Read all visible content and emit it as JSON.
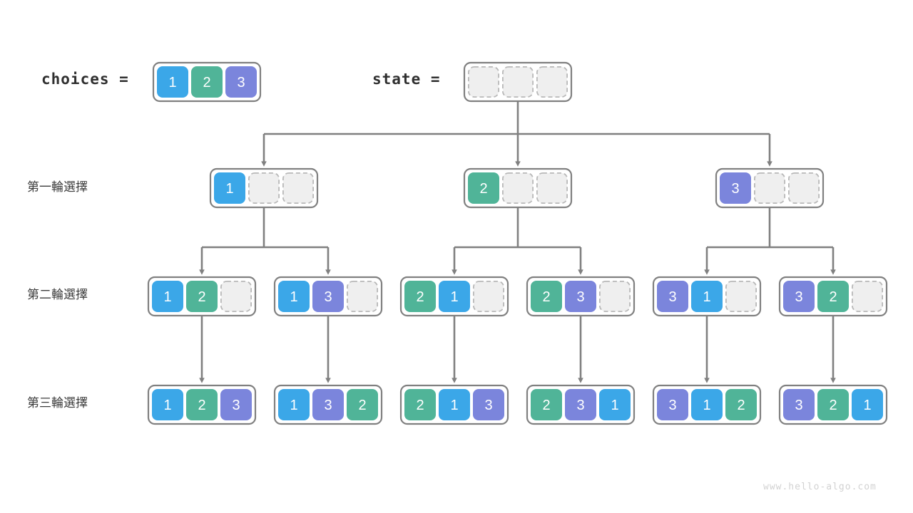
{
  "page": {
    "watermark": "www.hello-algo.com",
    "background": "#ffffff"
  },
  "colors": {
    "value_1": "#3BA7E8",
    "value_2": "#50B498",
    "value_3": "#7B85DC",
    "empty_fill": "#efefef",
    "empty_border": "#b8b8b8",
    "container_border": "#808080",
    "connector": "#808080",
    "text_dark": "#2f2f2f",
    "watermark_color": "#d2d2d2"
  },
  "header": {
    "choices_label": "choices =",
    "choices_values": [
      "1",
      "2",
      "3"
    ],
    "state_label": "state =",
    "state_values": [
      "",
      "",
      ""
    ]
  },
  "rows": [
    {
      "label": "第一輪選擇",
      "nodes": [
        {
          "values": [
            "1",
            "",
            ""
          ]
        },
        {
          "values": [
            "2",
            "",
            ""
          ]
        },
        {
          "values": [
            "3",
            "",
            ""
          ]
        }
      ]
    },
    {
      "label": "第二輪選擇",
      "nodes": [
        {
          "values": [
            "1",
            "2",
            ""
          ]
        },
        {
          "values": [
            "1",
            "3",
            ""
          ]
        },
        {
          "values": [
            "2",
            "1",
            ""
          ]
        },
        {
          "values": [
            "2",
            "3",
            ""
          ]
        },
        {
          "values": [
            "3",
            "1",
            ""
          ]
        },
        {
          "values": [
            "3",
            "2",
            ""
          ]
        }
      ]
    },
    {
      "label": "第三輪選擇",
      "nodes": [
        {
          "values": [
            "1",
            "2",
            "3"
          ]
        },
        {
          "values": [
            "1",
            "3",
            "2"
          ]
        },
        {
          "values": [
            "2",
            "1",
            "3"
          ]
        },
        {
          "values": [
            "2",
            "3",
            "1"
          ]
        },
        {
          "values": [
            "3",
            "1",
            "2"
          ]
        },
        {
          "values": [
            "3",
            "2",
            "1"
          ]
        }
      ]
    }
  ]
}
